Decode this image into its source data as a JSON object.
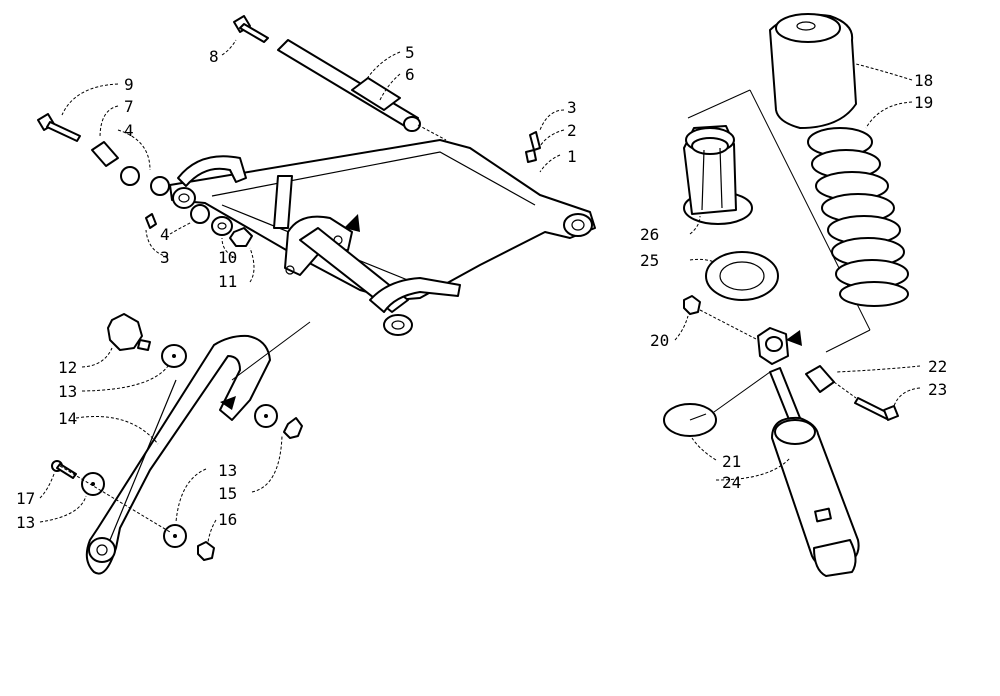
{
  "diagram": {
    "callouts": {
      "c1": "1",
      "c2": "2",
      "c3a": "3",
      "c3b": "3",
      "c4a": "4",
      "c4b": "4",
      "c5": "5",
      "c6": "6",
      "c7": "7",
      "c8": "8",
      "c9": "9",
      "c10": "10",
      "c11": "11",
      "c12": "12",
      "c13a": "13",
      "c13b": "13",
      "c13c": "13",
      "c14": "14",
      "c15": "15",
      "c16": "16",
      "c17": "17",
      "c18": "18",
      "c19": "19",
      "c20": "20",
      "c21": "21",
      "c22": "22",
      "c23": "23",
      "c24": "24",
      "c25": "25",
      "c26": "26"
    },
    "colors": {
      "line": "#000000",
      "background": "#ffffff"
    }
  }
}
